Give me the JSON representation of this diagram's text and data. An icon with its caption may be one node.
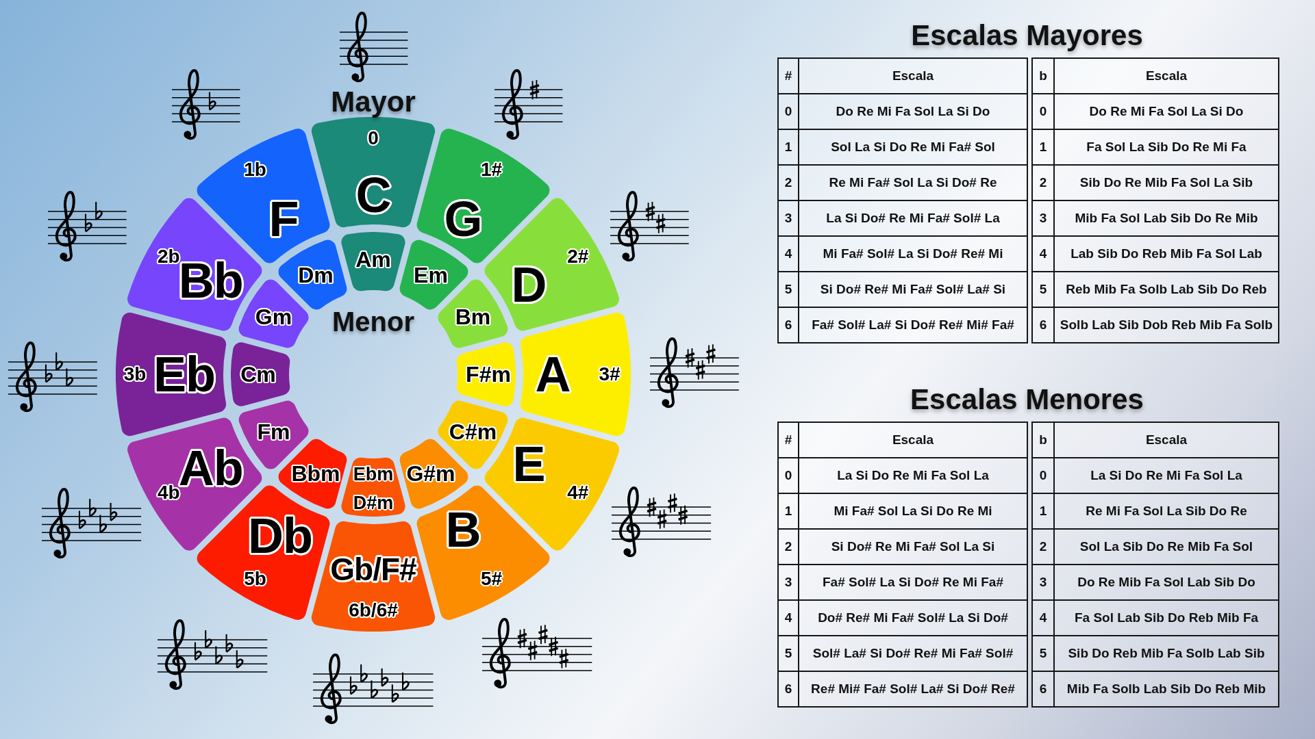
{
  "diagram": {
    "nodes": [
      {
        "text": [
          "0",
          "C"
        ]
      },
      {
        "text": [
          "1#",
          "G"
        ]
      },
      {
        "text": [
          "2#",
          "D"
        ]
      },
      {
        "text": [
          "A",
          "3#"
        ]
      },
      {
        "text": [
          "E",
          "4#"
        ]
      },
      {
        "text": [
          "B",
          "5#"
        ]
      },
      {
        "text": [
          "Gb/F#",
          "6b/6#"
        ]
      },
      {
        "text": [
          "Db",
          "5b"
        ]
      },
      {
        "text": [
          "Ab",
          "4b"
        ]
      },
      {
        "text": [
          "3b",
          "Eb"
        ]
      },
      {
        "text": [
          "2b",
          "Bb"
        ]
      },
      {
        "text": [
          "1b",
          "F"
        ]
      },
      {
        "text": [
          "Am"
        ]
      },
      {
        "text": [
          "Em"
        ]
      },
      {
        "text": [
          "Bm"
        ]
      },
      {
        "text": [
          "F#m"
        ]
      },
      {
        "text": [
          "C#m"
        ]
      },
      {
        "text": [
          "G#m"
        ]
      },
      {
        "text": [
          "Ebm",
          "D#m"
        ]
      },
      {
        "text": [
          "Bbm"
        ]
      },
      {
        "text": [
          "Fm"
        ]
      },
      {
        "text": [
          "Cm"
        ]
      },
      {
        "text": [
          "Gm"
        ]
      },
      {
        "text": [
          "Dm"
        ]
      }
    ],
    "labels": [
      "Mayor",
      "Menor",
      "Escalas Mayores",
      "#",
      "Escala",
      "b",
      "Escala",
      "0",
      "Do Re Mi Fa Sol La Si Do",
      "0",
      "Do Re Mi Fa Sol La Si Do",
      "1",
      "Sol La Si Do Re Mi Fa# Sol",
      "1",
      "Fa Sol La Sib Do Re Mi Fa",
      "2",
      "Re Mi Fa# Sol La Si Do# Re",
      "2",
      "Sib Do Re Mib Fa Sol La Sib",
      "3",
      "La Si Do# Re Mi Fa# Sol# La",
      "3",
      "Mib Fa Sol Lab Sib Do Re Mib",
      "4",
      "Mi Fa# Sol# La Si Do# Re# Mi",
      "4",
      "Lab Sib Do Reb Mib Fa Sol Lab",
      "5",
      "Si Do# Re# Mi Fa# Sol# La# Si",
      "5",
      "Reb Mib Fa Solb Lab Sib Do Reb",
      "6",
      "Fa# Sol# La# Si Do# Re# Mi# Fa#",
      "6",
      "Solb Lab Sib Dob Reb Mib Fa Solb",
      "Escalas Menores",
      "#",
      "Escala",
      "b",
      "Escala",
      "0",
      "La Si Do Re Mi Fa Sol La",
      "0",
      "La Si Do Re Mi Fa Sol La",
      "1",
      "Mi Fa# Sol La Si Do Re Mi",
      "1",
      "Re Mi Fa Sol La Sib Do Re",
      "2",
      "Si Do# Re Mi Fa# Sol La Si",
      "2",
      "Sol La Sib Do Re Mib Fa Sol",
      "3",
      "Fa# Sol# La Si Do# Re Mi Fa#",
      "3",
      "Do Re Mib Fa Sol Lab Sib Do",
      "4",
      "Do# Re# Mi Fa# Sol# La Si Do#",
      "4",
      "Fa Sol Lab Sib Do Reb Mib Fa",
      "5",
      "Sol# La# Si Do# Re# Mi Fa# Sol#",
      "5",
      "Sib Do Reb Mib Fa Solb Lab Sib",
      "6",
      "Re# Mi# Fa# Sol# La# Si Do# Re#",
      "6",
      "Mib Fa Solb Lab Sib Do Reb Mib"
    ]
  }
}
